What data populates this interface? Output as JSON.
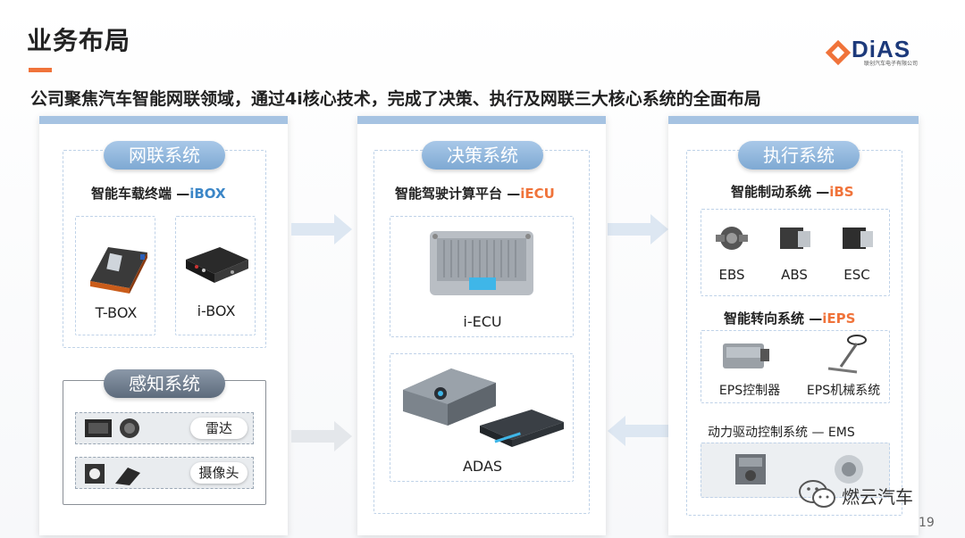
{
  "page": {
    "title": "业务布局",
    "subtitle": "公司聚焦汽车智能网联领域，通过4i核心技术，完成了决策、执行及网联三大核心系统的全面布局",
    "page_number": "19"
  },
  "logo": {
    "name": "DiAS",
    "tagline": "联创汽车电子有限公司"
  },
  "network": {
    "pill": "网联系统",
    "heading_main": "智能车载终端 —",
    "heading_accent": "iBOX",
    "items": [
      "T-BOX",
      "i-BOX"
    ]
  },
  "sensing": {
    "pill": "感知系统",
    "rows": [
      "雷达",
      "摄像头"
    ]
  },
  "decision": {
    "pill": "决策系统",
    "heading_main": "智能驾驶计算平台 —",
    "heading_accent": "iECU",
    "items": [
      "i-ECU",
      "ADAS"
    ]
  },
  "execution": {
    "pill": "执行系统",
    "brake_heading_main": "智能制动系统 —",
    "brake_heading_accent": "iBS",
    "brake_items": [
      "EBS",
      "ABS",
      "ESC"
    ],
    "steer_heading_main": "智能转向系统 —",
    "steer_heading_accent": "iEPS",
    "steer_items": [
      "EPS控制器",
      "EPS机械系统"
    ],
    "power_heading": "动力驱动控制系统 — EMS"
  },
  "watermark": {
    "text": "燃云汽车"
  },
  "colors": {
    "accent_orange": "#f0733a",
    "accent_blue": "#3b86c7",
    "panel_header": "#a6c3e2",
    "brand_navy": "#1d3a7b"
  }
}
